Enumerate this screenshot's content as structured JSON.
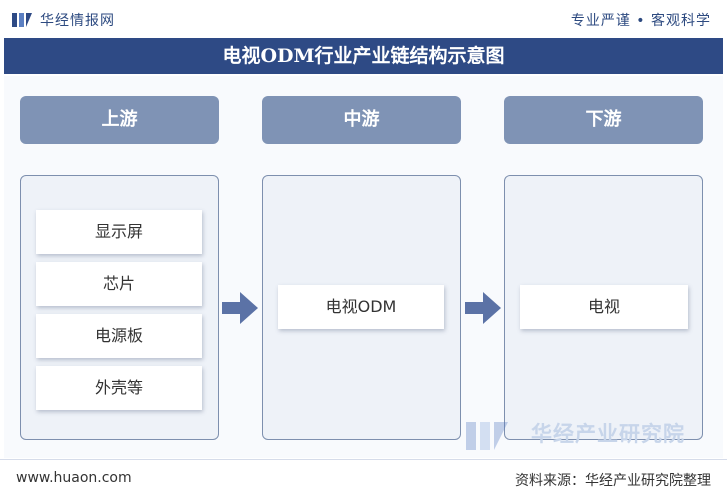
{
  "header": {
    "brand": "华经情报网",
    "slogan": "专业严谨 • 客观科学",
    "title": "电视ODM行业产业链结构示意图"
  },
  "stages": [
    {
      "label": "上游",
      "items": [
        "显示屏",
        "芯片",
        "电源板",
        "外壳等"
      ]
    },
    {
      "label": "中游",
      "items": [
        "电视ODM"
      ]
    },
    {
      "label": "下游",
      "items": [
        "电视"
      ]
    }
  ],
  "watermark": "华经产业研究院",
  "footer": {
    "website": "www.huaon.com",
    "source": "资料来源：华经产业研究院整理"
  },
  "colors": {
    "title_bar": "#2e4a85",
    "stage_header": "#7f93b5",
    "arrow": "#5b72a6",
    "column_bg": "#eef2f8"
  },
  "icons": {
    "flow_arrow": "right-arrow-icon",
    "brand_logo": "huajing-logo-icon"
  }
}
